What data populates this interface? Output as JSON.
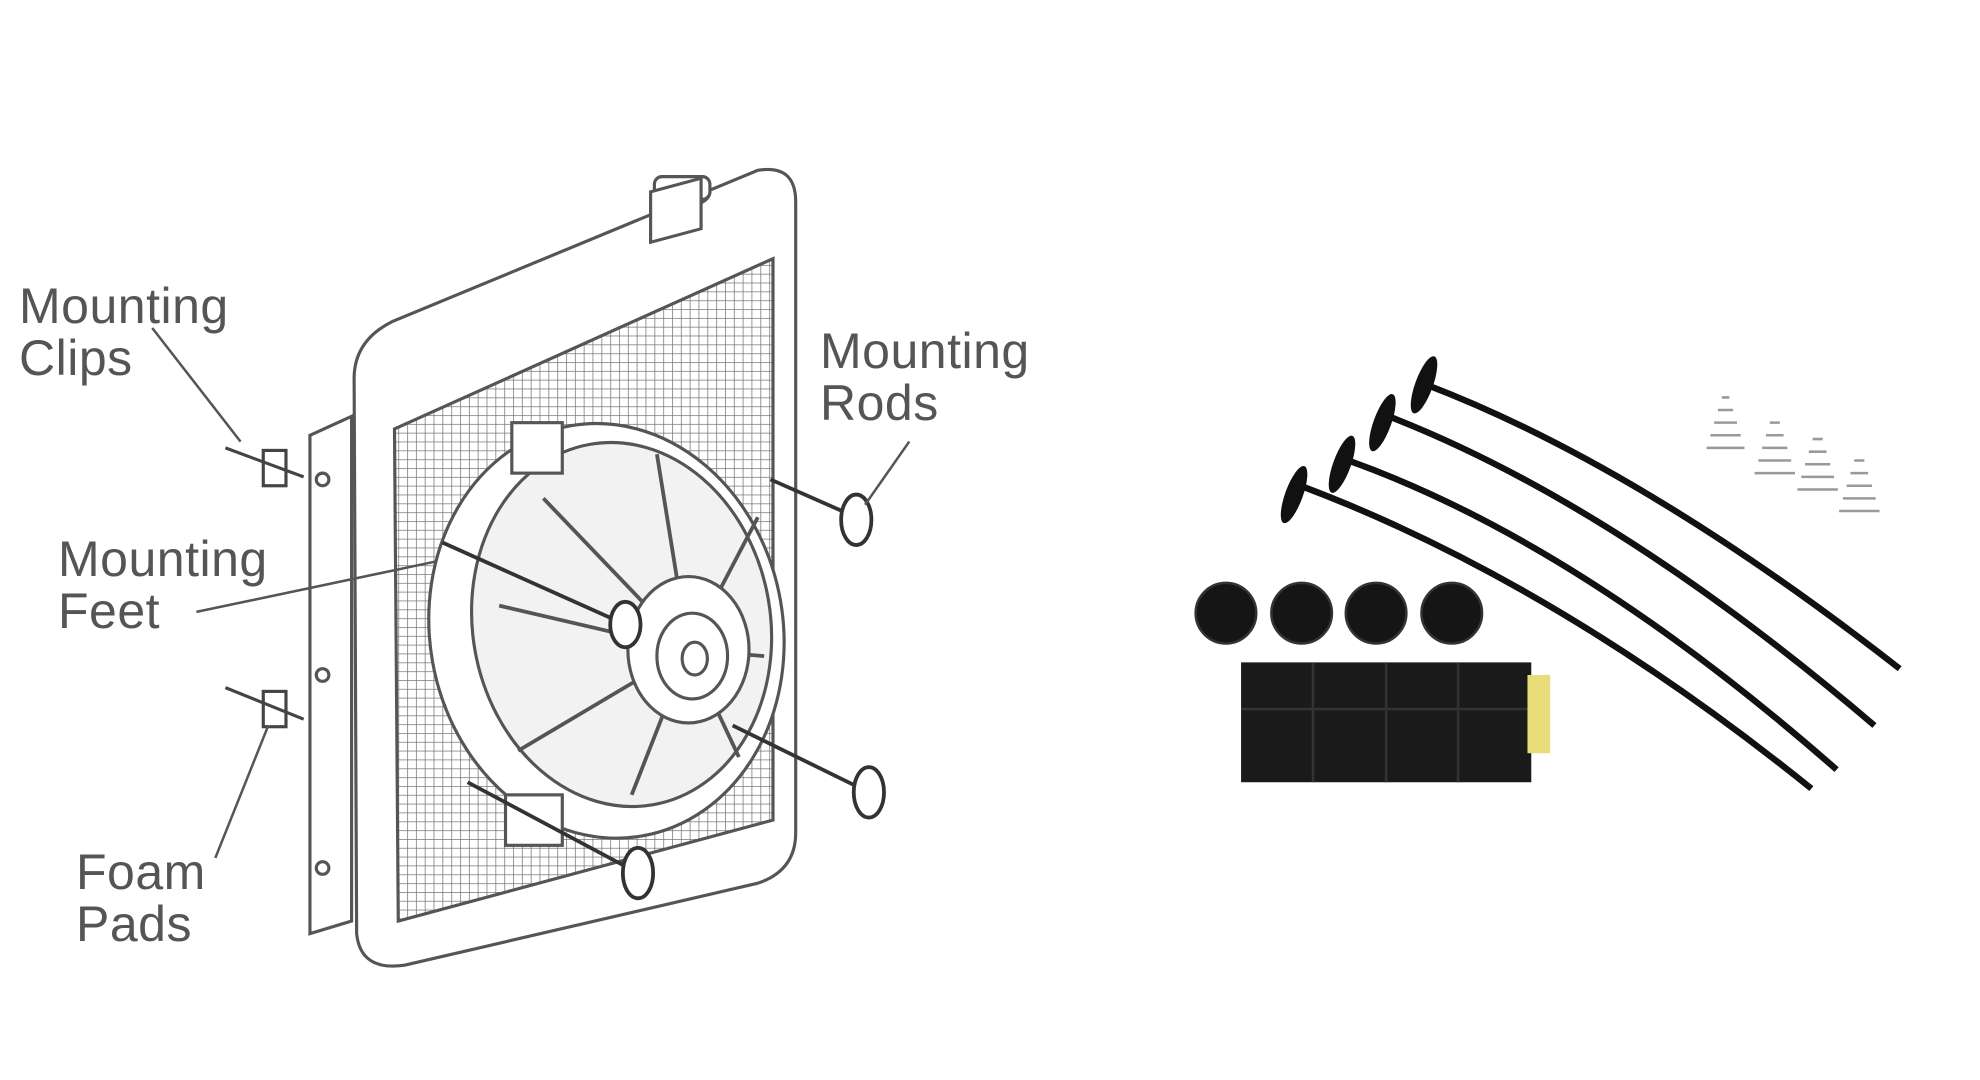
{
  "diagram": {
    "labels": {
      "mounting_clips": [
        "Mounting",
        "Clips"
      ],
      "mounting_rods": [
        "Mounting",
        "Rods"
      ],
      "mounting_feet": [
        "Mounting",
        "Feet"
      ],
      "foam_pads": [
        "Foam",
        "Pads"
      ]
    },
    "colors": {
      "line": "#555555",
      "part": "#111111",
      "foam": "#1a1a1a",
      "tape": "#e8dc7a"
    }
  }
}
